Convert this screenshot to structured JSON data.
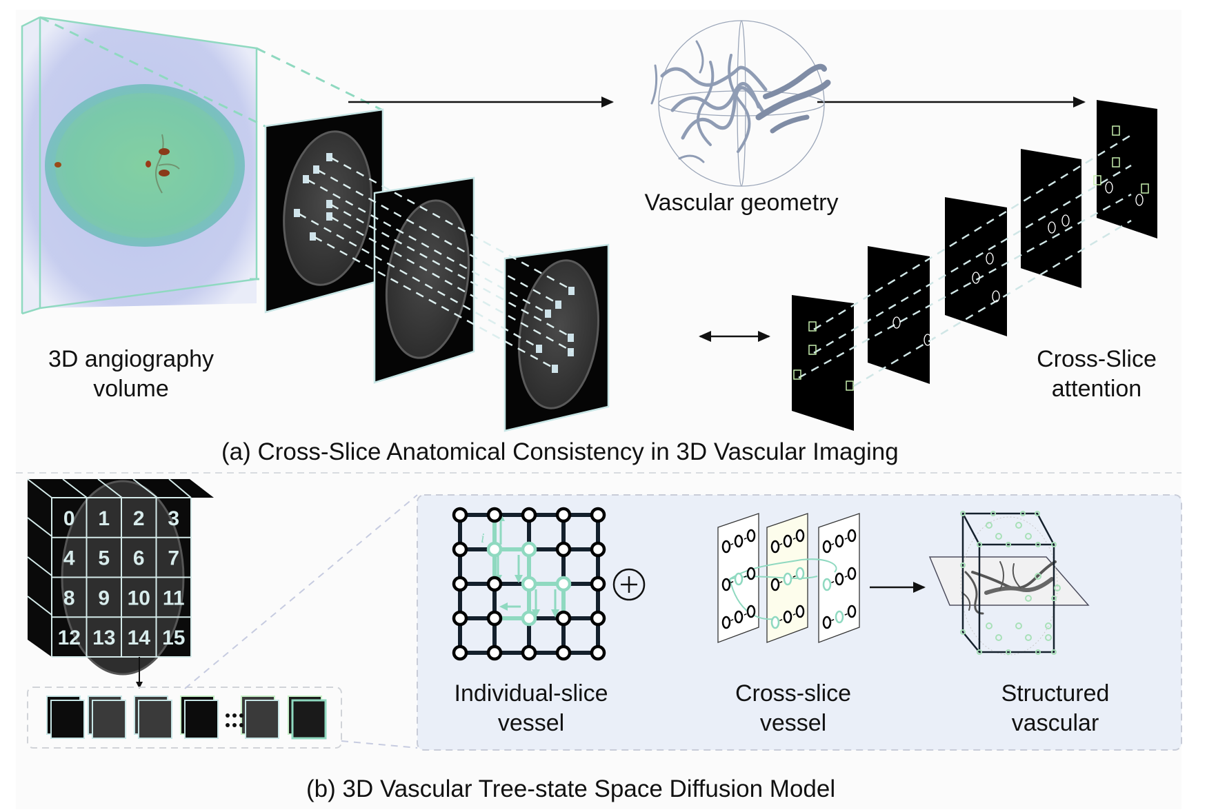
{
  "panel_a": {
    "caption": "(a) Cross-Slice Anatomical Consistency in 3D Vascular Imaging",
    "labels": {
      "volume_line1": "3D angiography",
      "volume_line2": "volume",
      "geometry": "Vascular geometry",
      "attention_line1": "Cross-Slice",
      "attention_line2": "attention"
    }
  },
  "panel_b": {
    "caption": "(b) 3D Vascular Tree-state Space Diffusion Model",
    "patch_grid": [
      "0",
      "1",
      "2",
      "3",
      "4",
      "5",
      "6",
      "7",
      "8",
      "9",
      "10",
      "11",
      "12",
      "13",
      "14",
      "15"
    ],
    "grid_index_label": "i",
    "labels": {
      "individual_line1": "Individual-slice",
      "individual_line2": "vessel",
      "cross_line1": "Cross-slice",
      "cross_line2": "vessel",
      "structured_line1": "Structured",
      "structured_line2": "vascular"
    },
    "operator_symbol": "+"
  },
  "colors": {
    "accent_teal": "#8fd9c0",
    "slice_border": "#c8e6e6",
    "box_fill": "#eaeff8",
    "box_border": "#c8ccd8",
    "grid_dark": "#14202c",
    "highlight_slice": "#fdfdec"
  }
}
